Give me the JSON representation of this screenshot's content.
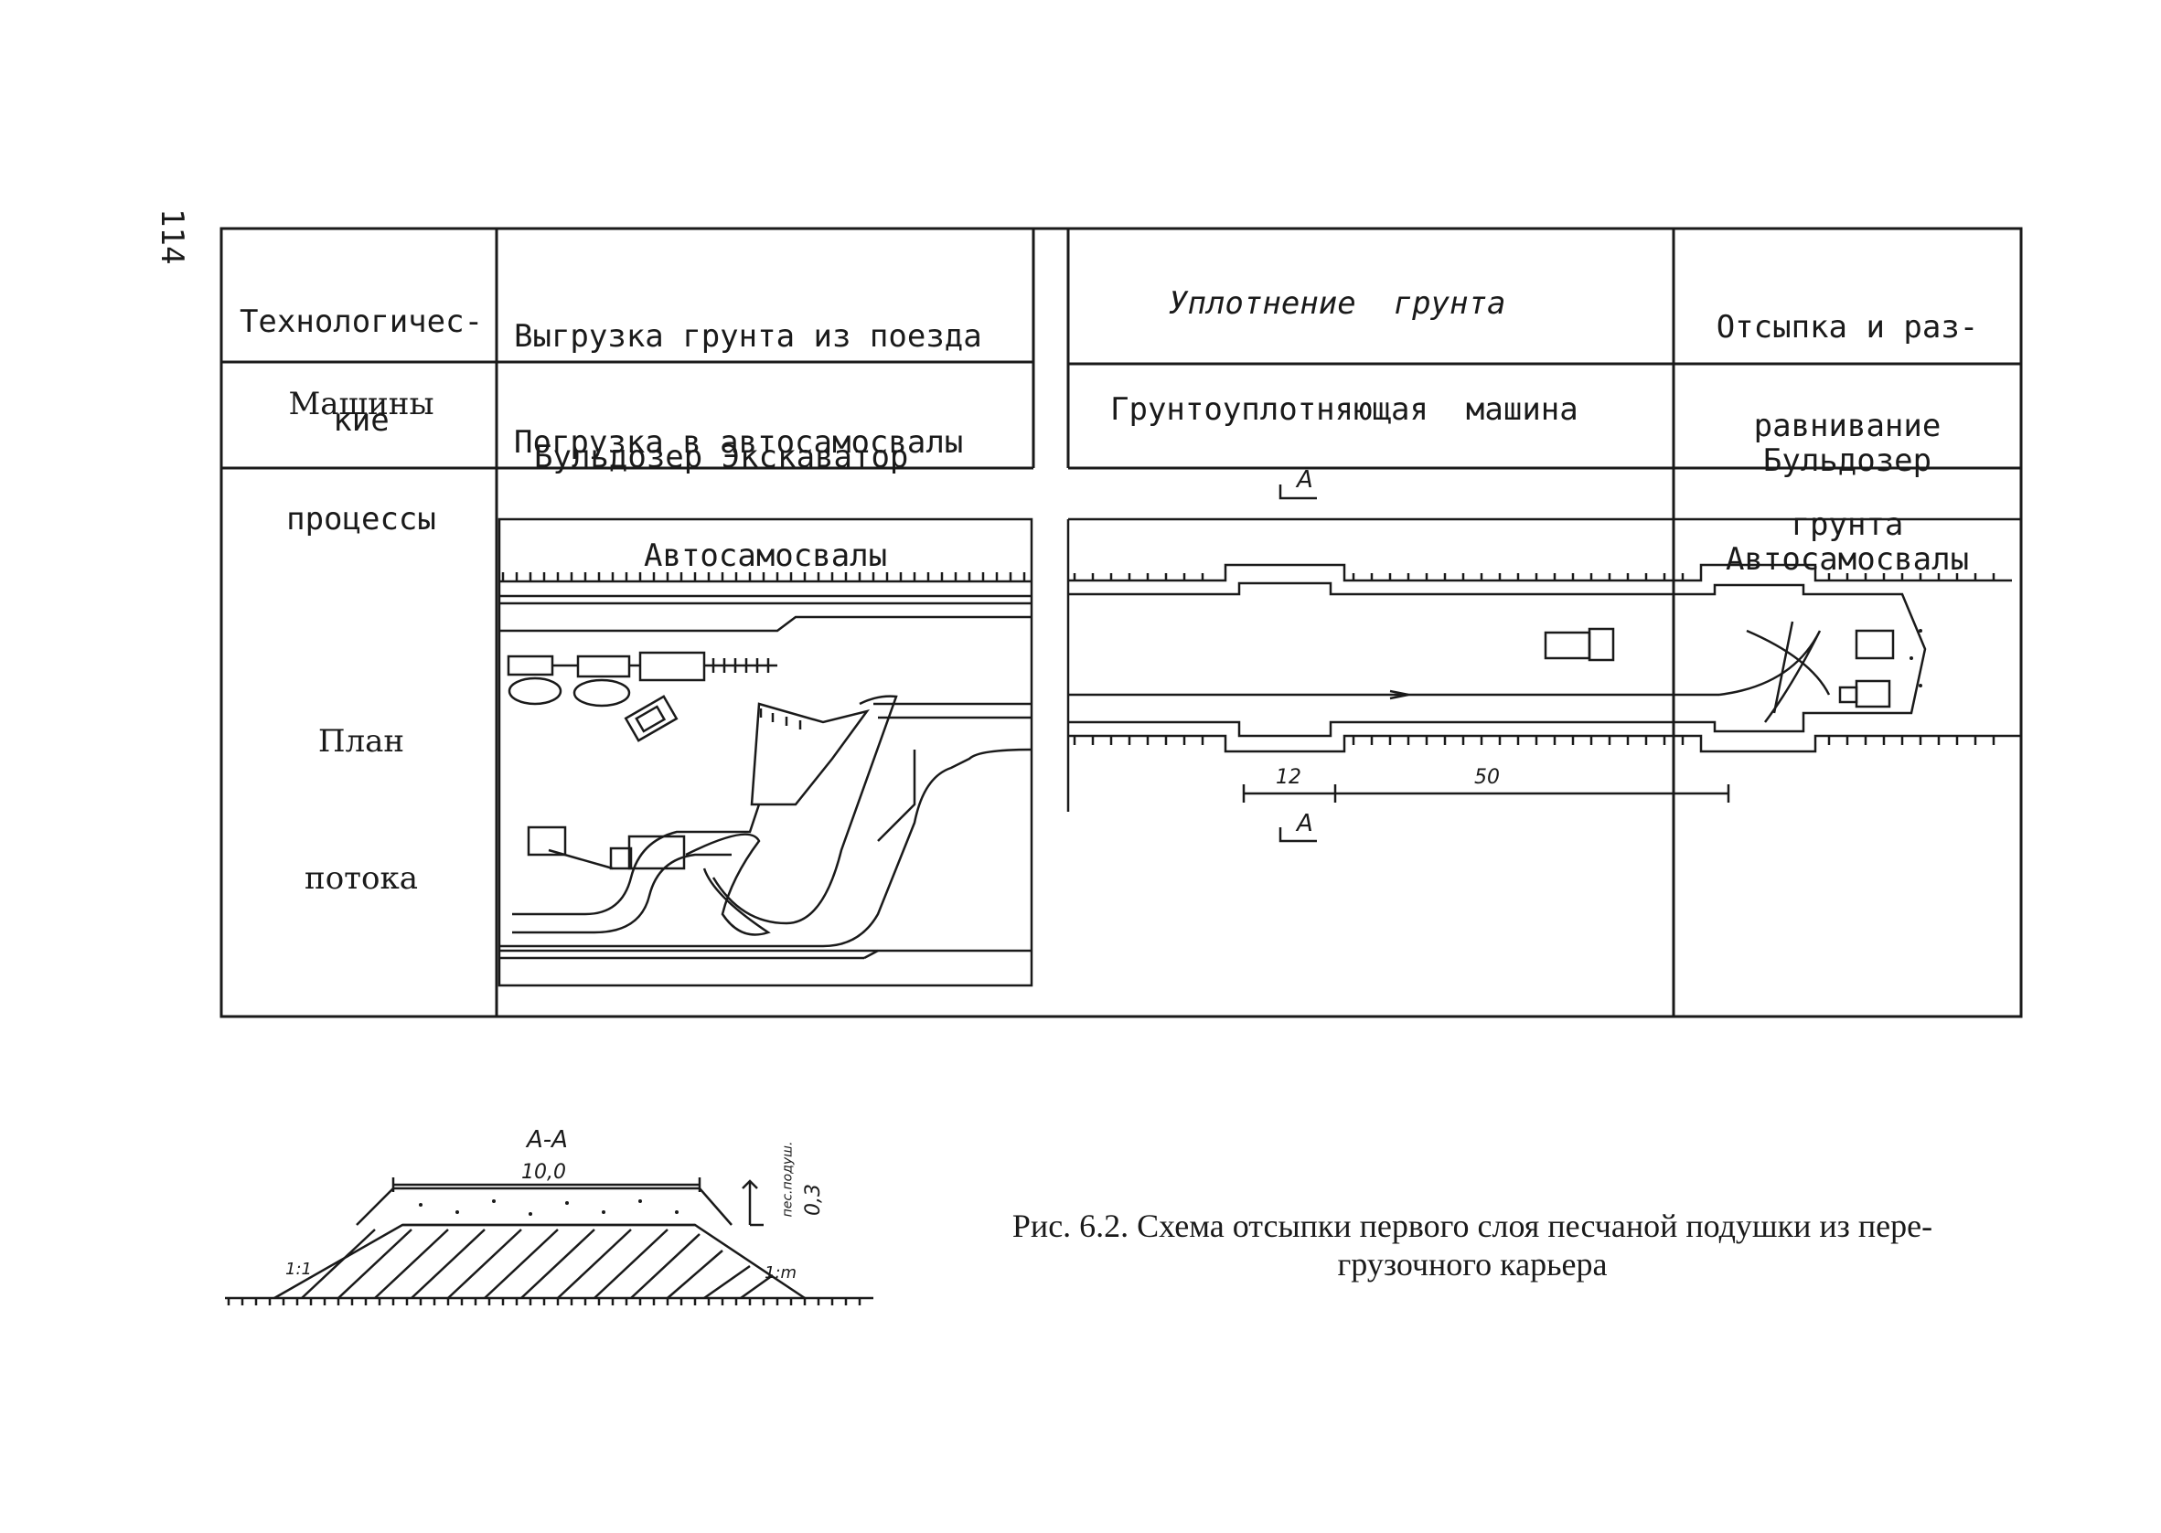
{
  "page_number": "114",
  "table": {
    "header_label_lines": [
      "Технологичес-",
      "кие",
      "процессы"
    ],
    "machines_label": "Машины",
    "plan_label_lines": [
      "План",
      "потока"
    ],
    "process_1_lines": [
      "Выгрузка грунта из поезда",
      "Погрузка в автосамосвалы"
    ],
    "process_2": "Уплотнение  грунта",
    "process_3_lines": [
      "Отсыпка и раз-",
      "равнивание",
      "грунта"
    ],
    "machines_1_lines": [
      "Бульдозер Экскаватор",
      "Автосамосвалы"
    ],
    "machines_2": "Грунтоуплотняющая  машина",
    "machines_3_lines": [
      "Бульдозер",
      "Автосамосвалы"
    ]
  },
  "plan": {
    "section_mark": "A",
    "dim_1": "12",
    "dim_2": "50"
  },
  "cross_section": {
    "title": "A-A",
    "width": "10,0",
    "thickness": "0,3",
    "layer_note": "пес.подуш.",
    "slope_left": "1:1",
    "slope_right": "1:m"
  },
  "caption_lines": [
    "Рис. 6.2. Схема отсыпки первого слоя песчаной подушки из пере-",
    "грузочного карьера"
  ]
}
